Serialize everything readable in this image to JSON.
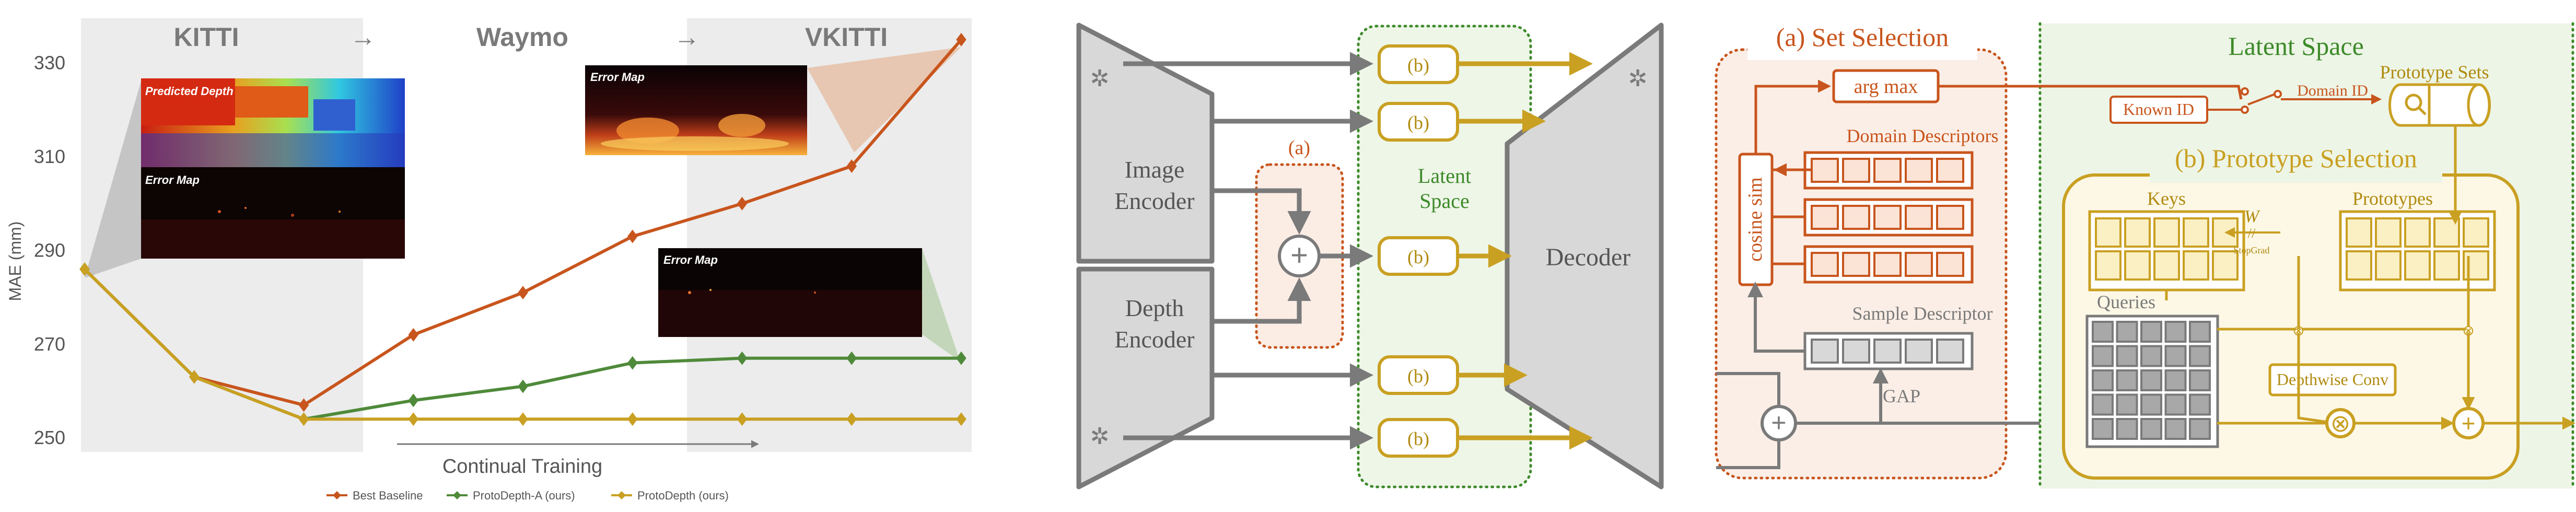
{
  "panel_chart": {
    "stages": [
      "KITTI",
      "Waymo",
      "VKITTI"
    ],
    "stage_arrow_glyph": "→",
    "y_axis_label": "MAE (mm)",
    "x_axis_label": "Continual Training",
    "insets": {
      "predicted_depth": "Predicted Depth",
      "error_map_kitti": "Error Map",
      "error_map_vkitti": "Error Map",
      "error_map_waymo": "Error Map"
    },
    "legend": [
      "Best Baseline",
      "ProtoDepth-A (ours)",
      "ProtoDepth (ours)"
    ],
    "colors": {
      "Best Baseline": "#c8551d",
      "ProtoDepth-A (ours)": "#4f8a3a",
      "ProtoDepth (ours)": "#c9a022"
    }
  },
  "chart_data": {
    "type": "line",
    "x": [
      1,
      2,
      3,
      4,
      5,
      6,
      7,
      8,
      9
    ],
    "series": [
      {
        "name": "Best Baseline",
        "values": [
          286,
          263,
          257,
          272,
          281,
          293,
          300,
          308,
          335
        ]
      },
      {
        "name": "ProtoDepth-A (ours)",
        "values": [
          286,
          263,
          254,
          258,
          261,
          266,
          267,
          267,
          267
        ]
      },
      {
        "name": "ProtoDepth (ours)",
        "values": [
          286,
          263,
          254,
          254,
          254,
          254,
          254,
          254,
          254
        ]
      }
    ],
    "yticks": [
      250,
      270,
      290,
      310,
      330
    ],
    "ylim": [
      247,
      339
    ],
    "xlabel": "Continual Training",
    "ylabel": "MAE (mm)",
    "grid": false,
    "legend_position": "bottom"
  },
  "panel_arch": {
    "image_encoder": [
      "Image",
      "Encoder"
    ],
    "depth_encoder": [
      "Depth",
      "Encoder"
    ],
    "decoder": "Decoder",
    "latent_space": [
      "Latent",
      "Space"
    ],
    "fusion_label": "(a)",
    "prototype_block_label": "(b)",
    "plus_glyph": "+",
    "frozen_icon": "✲"
  },
  "panel_detail": {
    "set_selection_title": "(a) Set Selection",
    "latent_space_title": "Latent Space",
    "prototype_selection_title": "(b) Prototype Selection",
    "arg_max": "arg max",
    "cosine_sim": "cosine sim",
    "domain_descriptors": "Domain Descriptors",
    "sample_descriptor": "Sample Descriptor",
    "gap": "GAP",
    "known_id": "Known ID",
    "domain_id": "Domain ID",
    "prototype_sets": "Prototype Sets",
    "keys": "Keys",
    "prototypes": "Prototypes",
    "queries": "Queries",
    "w": "W",
    "stopgrad_symbol": "//",
    "stopgrad": "StopGrad",
    "depthwise_conv": "Depthwise Conv",
    "otimes": "⊗",
    "plus": "+"
  }
}
